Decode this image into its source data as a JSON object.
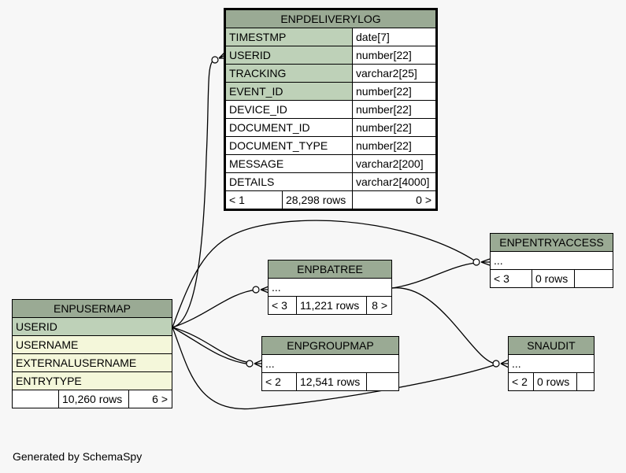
{
  "footer": "Generated by SchemaSpy",
  "tables": {
    "enpdeliverylog": {
      "name": "ENPDELIVERYLOG",
      "columns": [
        {
          "name": "TIMESTMP",
          "type": "date[7]"
        },
        {
          "name": "USERID",
          "type": "number[22]"
        },
        {
          "name": "TRACKING",
          "type": "varchar2[25]"
        },
        {
          "name": "EVENT_ID",
          "type": "number[22]"
        },
        {
          "name": "DEVICE_ID",
          "type": "number[22]"
        },
        {
          "name": "DOCUMENT_ID",
          "type": "number[22]"
        },
        {
          "name": "DOCUMENT_TYPE",
          "type": "number[22]"
        },
        {
          "name": "MESSAGE",
          "type": "varchar2[200]"
        },
        {
          "name": "DETAILS",
          "type": "varchar2[4000]"
        }
      ],
      "parents": "< 1",
      "rows": "28,298 rows",
      "children": "0 >"
    },
    "enpentryaccess": {
      "name": "ENPENTRYACCESS",
      "placeholder": "...",
      "parents": "< 3",
      "rows": "0 rows",
      "children": ""
    },
    "enpbatree": {
      "name": "ENPBATREE",
      "placeholder": "...",
      "parents": "< 3",
      "rows": "11,221 rows",
      "children": "8 >"
    },
    "enpgroupmap": {
      "name": "ENPGROUPMAP",
      "placeholder": "...",
      "parents": "< 2",
      "rows": "12,541 rows",
      "children": ""
    },
    "snaudit": {
      "name": "SNAUDIT",
      "placeholder": "...",
      "parents": "< 2",
      "rows": "0 rows",
      "children": ""
    },
    "enpusermap": {
      "name": "ENPUSERMAP",
      "columns": [
        "USERID",
        "USERNAME",
        "EXTERNALUSERNAME",
        "ENTRYTYPE"
      ],
      "parents": "",
      "rows": "10,260 rows",
      "children": "6 >"
    }
  },
  "colors": {
    "header": "#9aaa94",
    "key_column": "#bed1b8",
    "optional_column": "#f4f7da",
    "background": "#f7f7f7"
  }
}
